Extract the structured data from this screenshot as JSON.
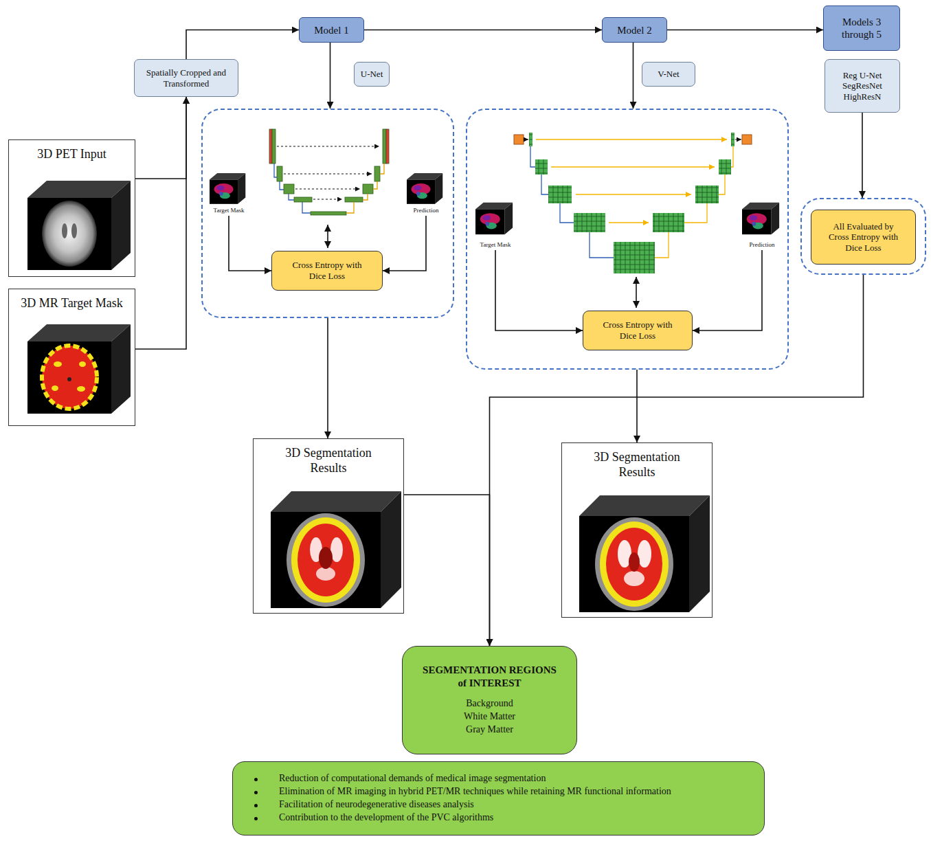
{
  "diagram": {
    "nodes": [
      {
        "text": [
          "3D PET Input"
        ]
      },
      {
        "text": [
          "3D MR Target Mask"
        ]
      },
      {
        "text": [
          "Spatially Cropped and Transformed"
        ]
      },
      {
        "text": [
          "Model 1"
        ]
      },
      {
        "text": [
          "U-Net"
        ]
      },
      {
        "text": [
          "Model 2"
        ]
      },
      {
        "text": [
          "V-Net"
        ]
      },
      {
        "text": [
          "Models 3 through 5"
        ]
      },
      {
        "text": [
          "Reg U-Net",
          "SegResNet",
          "HighResN"
        ]
      },
      {
        "text": []
      },
      {
        "text": [
          "Target Mask"
        ],
        "in": 9
      },
      {
        "text": [
          "Prediction"
        ],
        "in": 9
      },
      {
        "text": [
          "Cross Entropy with Dice Loss"
        ],
        "in": 9
      },
      {
        "text": []
      },
      {
        "text": [
          "Target Mask"
        ],
        "in": 13
      },
      {
        "text": [
          "Prediction"
        ],
        "in": 13
      },
      {
        "text": [
          "Cross Entropy with Dice Loss"
        ],
        "in": 13
      },
      {
        "text": []
      },
      {
        "text": [
          "All Evaluated by Cross Entropy with Dice Loss"
        ],
        "in": 17
      },
      {
        "text": [
          "3D Segmentation Results"
        ]
      },
      {
        "text": [
          "3D Segmentation Results"
        ]
      },
      {
        "text": [
          "SEGMENTATION REGIONS of INTEREST",
          "Background",
          "White Matter",
          "Gray Matter"
        ]
      },
      {
        "text": [
          "Reduction of computational demands of medical image segmentation",
          "Elimination of MR imaging in hybrid PET/MR techniques while retaining MR functional information",
          "Facilitation of neurodegenerative diseases analysis",
          "Contribution to the development of the PVC algorithms"
        ]
      }
    ],
    "edges": [
      {
        "from": 0,
        "to": 2,
        "arrow": "to"
      },
      {
        "from": 1,
        "to": 2,
        "arrow": "to"
      },
      {
        "from": 2,
        "to": 3,
        "arrow": "to"
      },
      {
        "from": 3,
        "to": 5,
        "arrow": "to"
      },
      {
        "from": 5,
        "to": 7,
        "arrow": "to"
      },
      {
        "from": 3,
        "to": 9,
        "arrow": "to"
      },
      {
        "from": 5,
        "to": 13,
        "arrow": "to"
      },
      {
        "from": 8,
        "to": 17,
        "arrow": "to"
      },
      {
        "from": 10,
        "to": 12,
        "arrow": "to"
      },
      {
        "from": 11,
        "to": 12,
        "arrow": "to"
      },
      {
        "from": 14,
        "to": 16,
        "arrow": "to"
      },
      {
        "from": 15,
        "to": 16,
        "arrow": "to"
      },
      {
        "from": 9,
        "to": 19,
        "arrow": "to"
      },
      {
        "from": 13,
        "to": 20,
        "arrow": "to"
      },
      {
        "from": 17,
        "to": 21,
        "arrow": "to"
      },
      {
        "from": 19,
        "to": 21,
        "arrow": "to"
      }
    ]
  }
}
